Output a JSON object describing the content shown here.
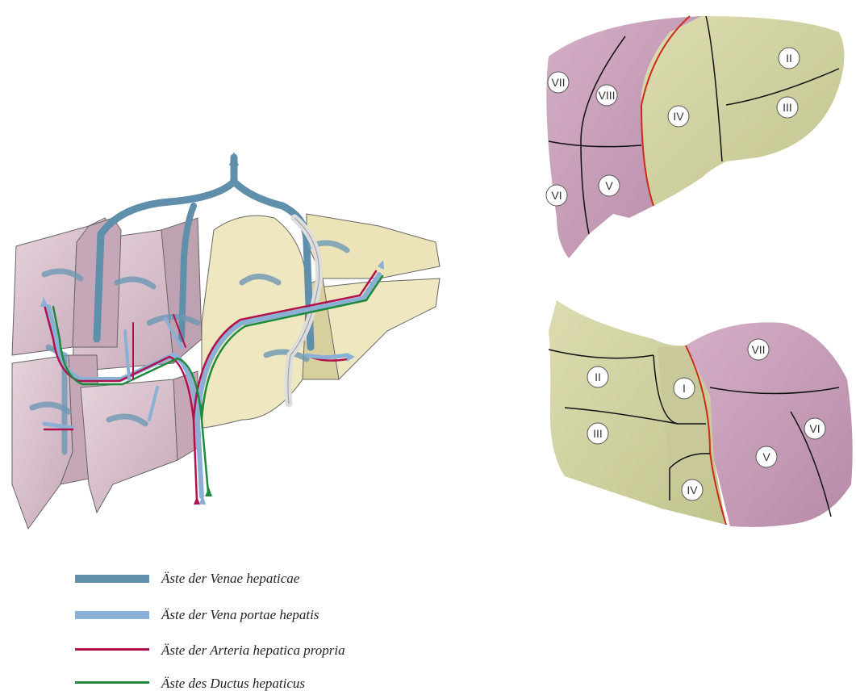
{
  "figures": {
    "top_right_labels": [
      "VII",
      "VIII",
      "IV",
      "II",
      "III",
      "VI",
      "V"
    ],
    "bottom_right_labels": [
      "II",
      "III",
      "I",
      "IV",
      "VII",
      "VI",
      "V"
    ]
  },
  "legend": {
    "items": [
      {
        "label": "Äste der Venae hepaticae",
        "color": "#5f8fab",
        "weight": "thick"
      },
      {
        "label": "Äste der Vena portae hepatis",
        "color": "#8bb0d6",
        "weight": "thick"
      },
      {
        "label": "Äste der Arteria hepatica propria",
        "color": "#b0124e",
        "weight": "thin"
      },
      {
        "label": "Äste des Ductus hepaticus",
        "color": "#1f8a3c",
        "weight": "thin"
      }
    ]
  },
  "colors": {
    "left_lobe": "#cdcf9c",
    "right_lobe": "#c59ab8",
    "segment_border": "#111111",
    "median_plane": "#cc2a1a",
    "block_pink": "#ddc6cf",
    "block_yellow": "#efe7bf"
  }
}
